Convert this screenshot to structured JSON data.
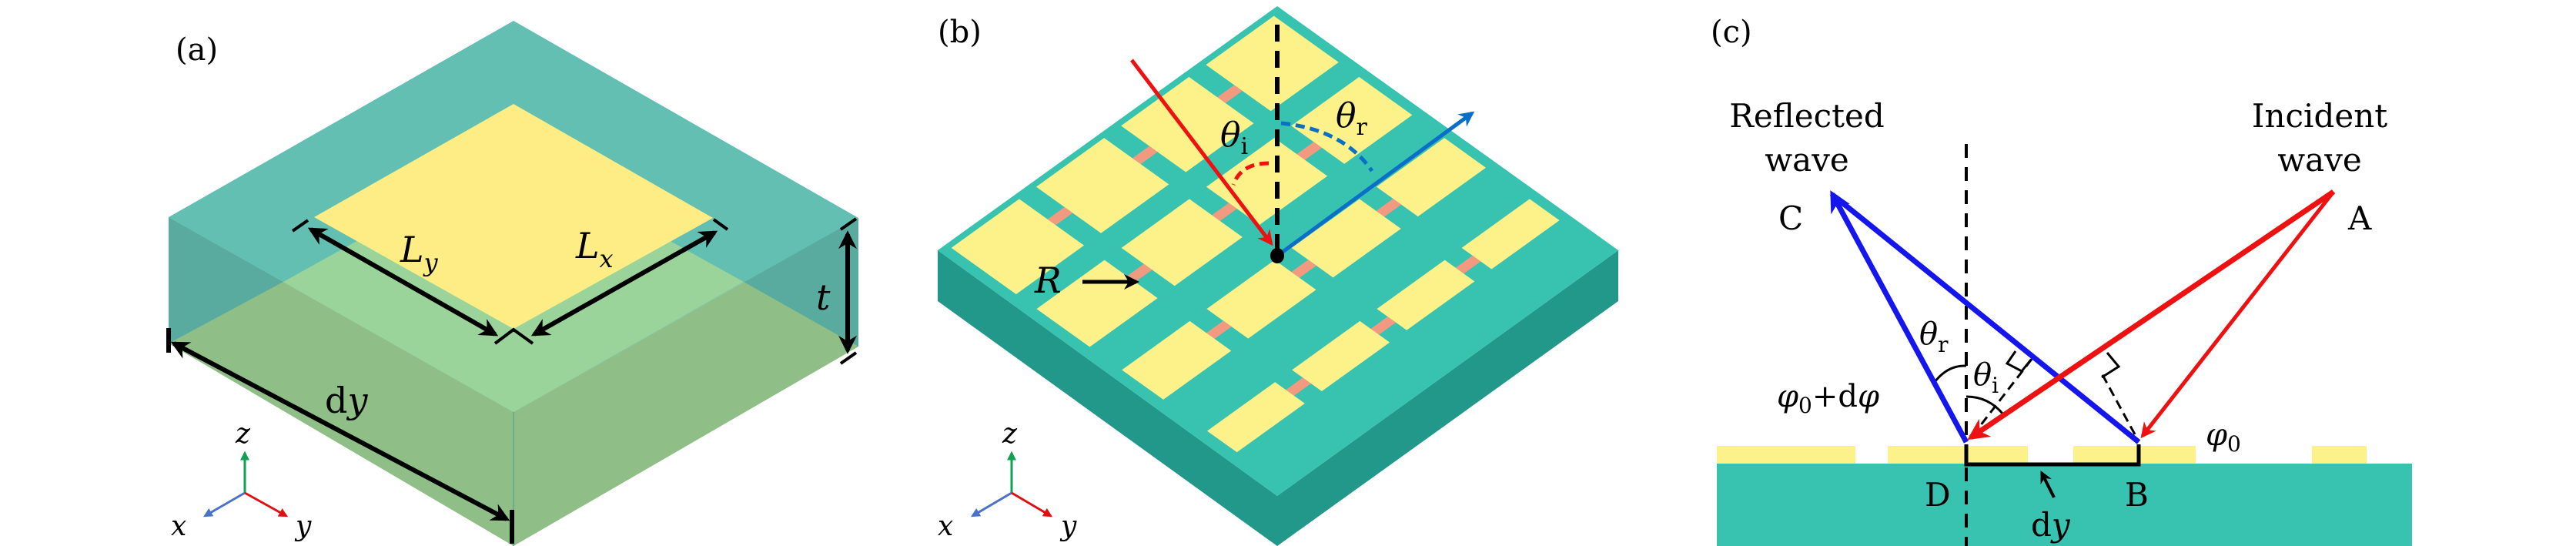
{
  "panels": {
    "a": {
      "label": "(a)",
      "Ly": {
        "base": "L",
        "sub": "y"
      },
      "Lx": {
        "base": "L",
        "sub": "x"
      },
      "t": "t",
      "dy": {
        "d": "d",
        "v": "y"
      },
      "axes": {
        "x": "x",
        "y": "y",
        "z": "z"
      }
    },
    "b": {
      "label": "(b)",
      "theta_i": {
        "base": "θ",
        "sub": "i"
      },
      "theta_r": {
        "base": "θ",
        "sub": "r"
      },
      "R": "R",
      "axes": {
        "x": "x",
        "y": "y",
        "z": "z"
      }
    },
    "c": {
      "label": "(c)",
      "reflected": [
        "Reflected",
        "wave"
      ],
      "incident": [
        "Incident",
        "wave"
      ],
      "C": "C",
      "A": "A",
      "D": "D",
      "B": "B",
      "dy": {
        "d": "d",
        "v": "y"
      },
      "theta_r": {
        "base": "θ",
        "sub": "r"
      },
      "theta_i": {
        "base": "θ",
        "sub": "i"
      },
      "phi_dphi": {
        "phi": "φ",
        "sub": "0",
        "plus": "+d",
        "phi2": "φ"
      },
      "phi0": {
        "phi": "φ",
        "sub": "0"
      }
    }
  },
  "colors": {
    "substrate_top": "#38c2b0",
    "substrate_side": "#22988a",
    "patch": "#fdf28a",
    "resistor": "#f29a80",
    "incident": "#ee1111",
    "reflected_b": "#0a6fc8",
    "reflected_c": "#1515ee",
    "axis_x": "#4a72c8",
    "axis_y": "#e01010",
    "axis_z": "#10a050"
  }
}
